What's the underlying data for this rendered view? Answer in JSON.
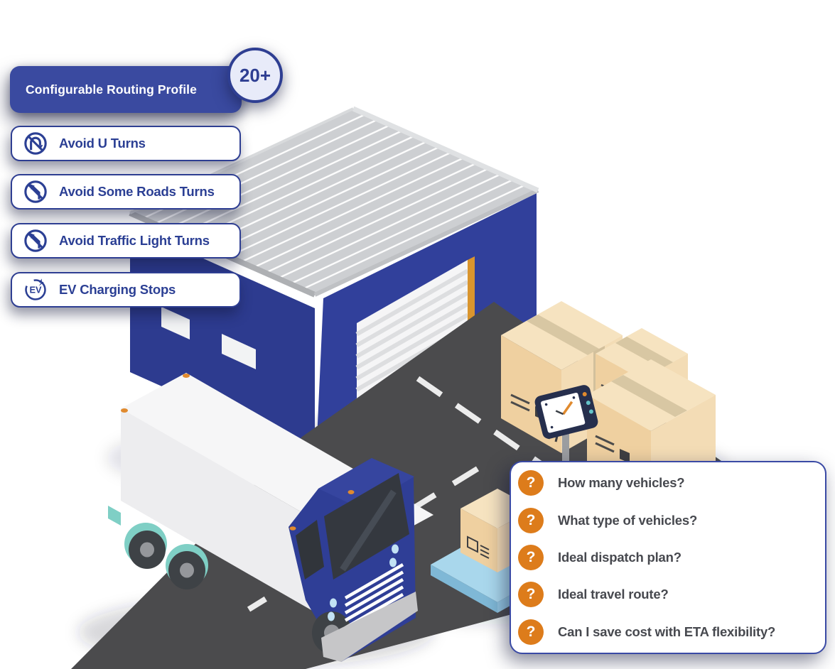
{
  "profile": {
    "title": "Configurable Routing Profile",
    "badge": "20+",
    "ev_icon_text": "EV",
    "items": [
      {
        "icon": "no-u-turn-icon",
        "label": "Avoid U Turns"
      },
      {
        "icon": "no-left-turn-icon",
        "label": "Avoid Some Roads Turns"
      },
      {
        "icon": "no-left-turn-icon",
        "label": "Avoid Traffic Light Turns"
      },
      {
        "icon": "ev-charging-icon",
        "label": "EV Charging Stops"
      }
    ]
  },
  "questions": {
    "icon_char": "?",
    "items": [
      {
        "label": "How many vehicles?"
      },
      {
        "label": "What type of vehicles?"
      },
      {
        "label": "Ideal dispatch plan?"
      },
      {
        "label": "Ideal travel route?"
      },
      {
        "label": "Can I save cost with ETA flexibility?"
      }
    ]
  },
  "colors": {
    "primary_blue": "#2E3E92",
    "dark_blue_card": "#3A4AA0",
    "badge_fill": "#E8EBF9",
    "accent_orange": "#DD7C1B",
    "question_text": "#47494F",
    "building_blue": "#2F3E96",
    "roof_gray": "#CDCFD2",
    "road_gray": "#4B4B4D",
    "box_tan": "#F0D2A2",
    "door_frame_orange": "#D9952E",
    "pallet_blue": "#A9D7EC",
    "teal_accent": "#7FCFC5"
  },
  "scene": {
    "elements": [
      "warehouse",
      "garage-door",
      "road",
      "delivery-truck",
      "cardboard-boxes",
      "eta-clock-meter",
      "pallet"
    ]
  }
}
